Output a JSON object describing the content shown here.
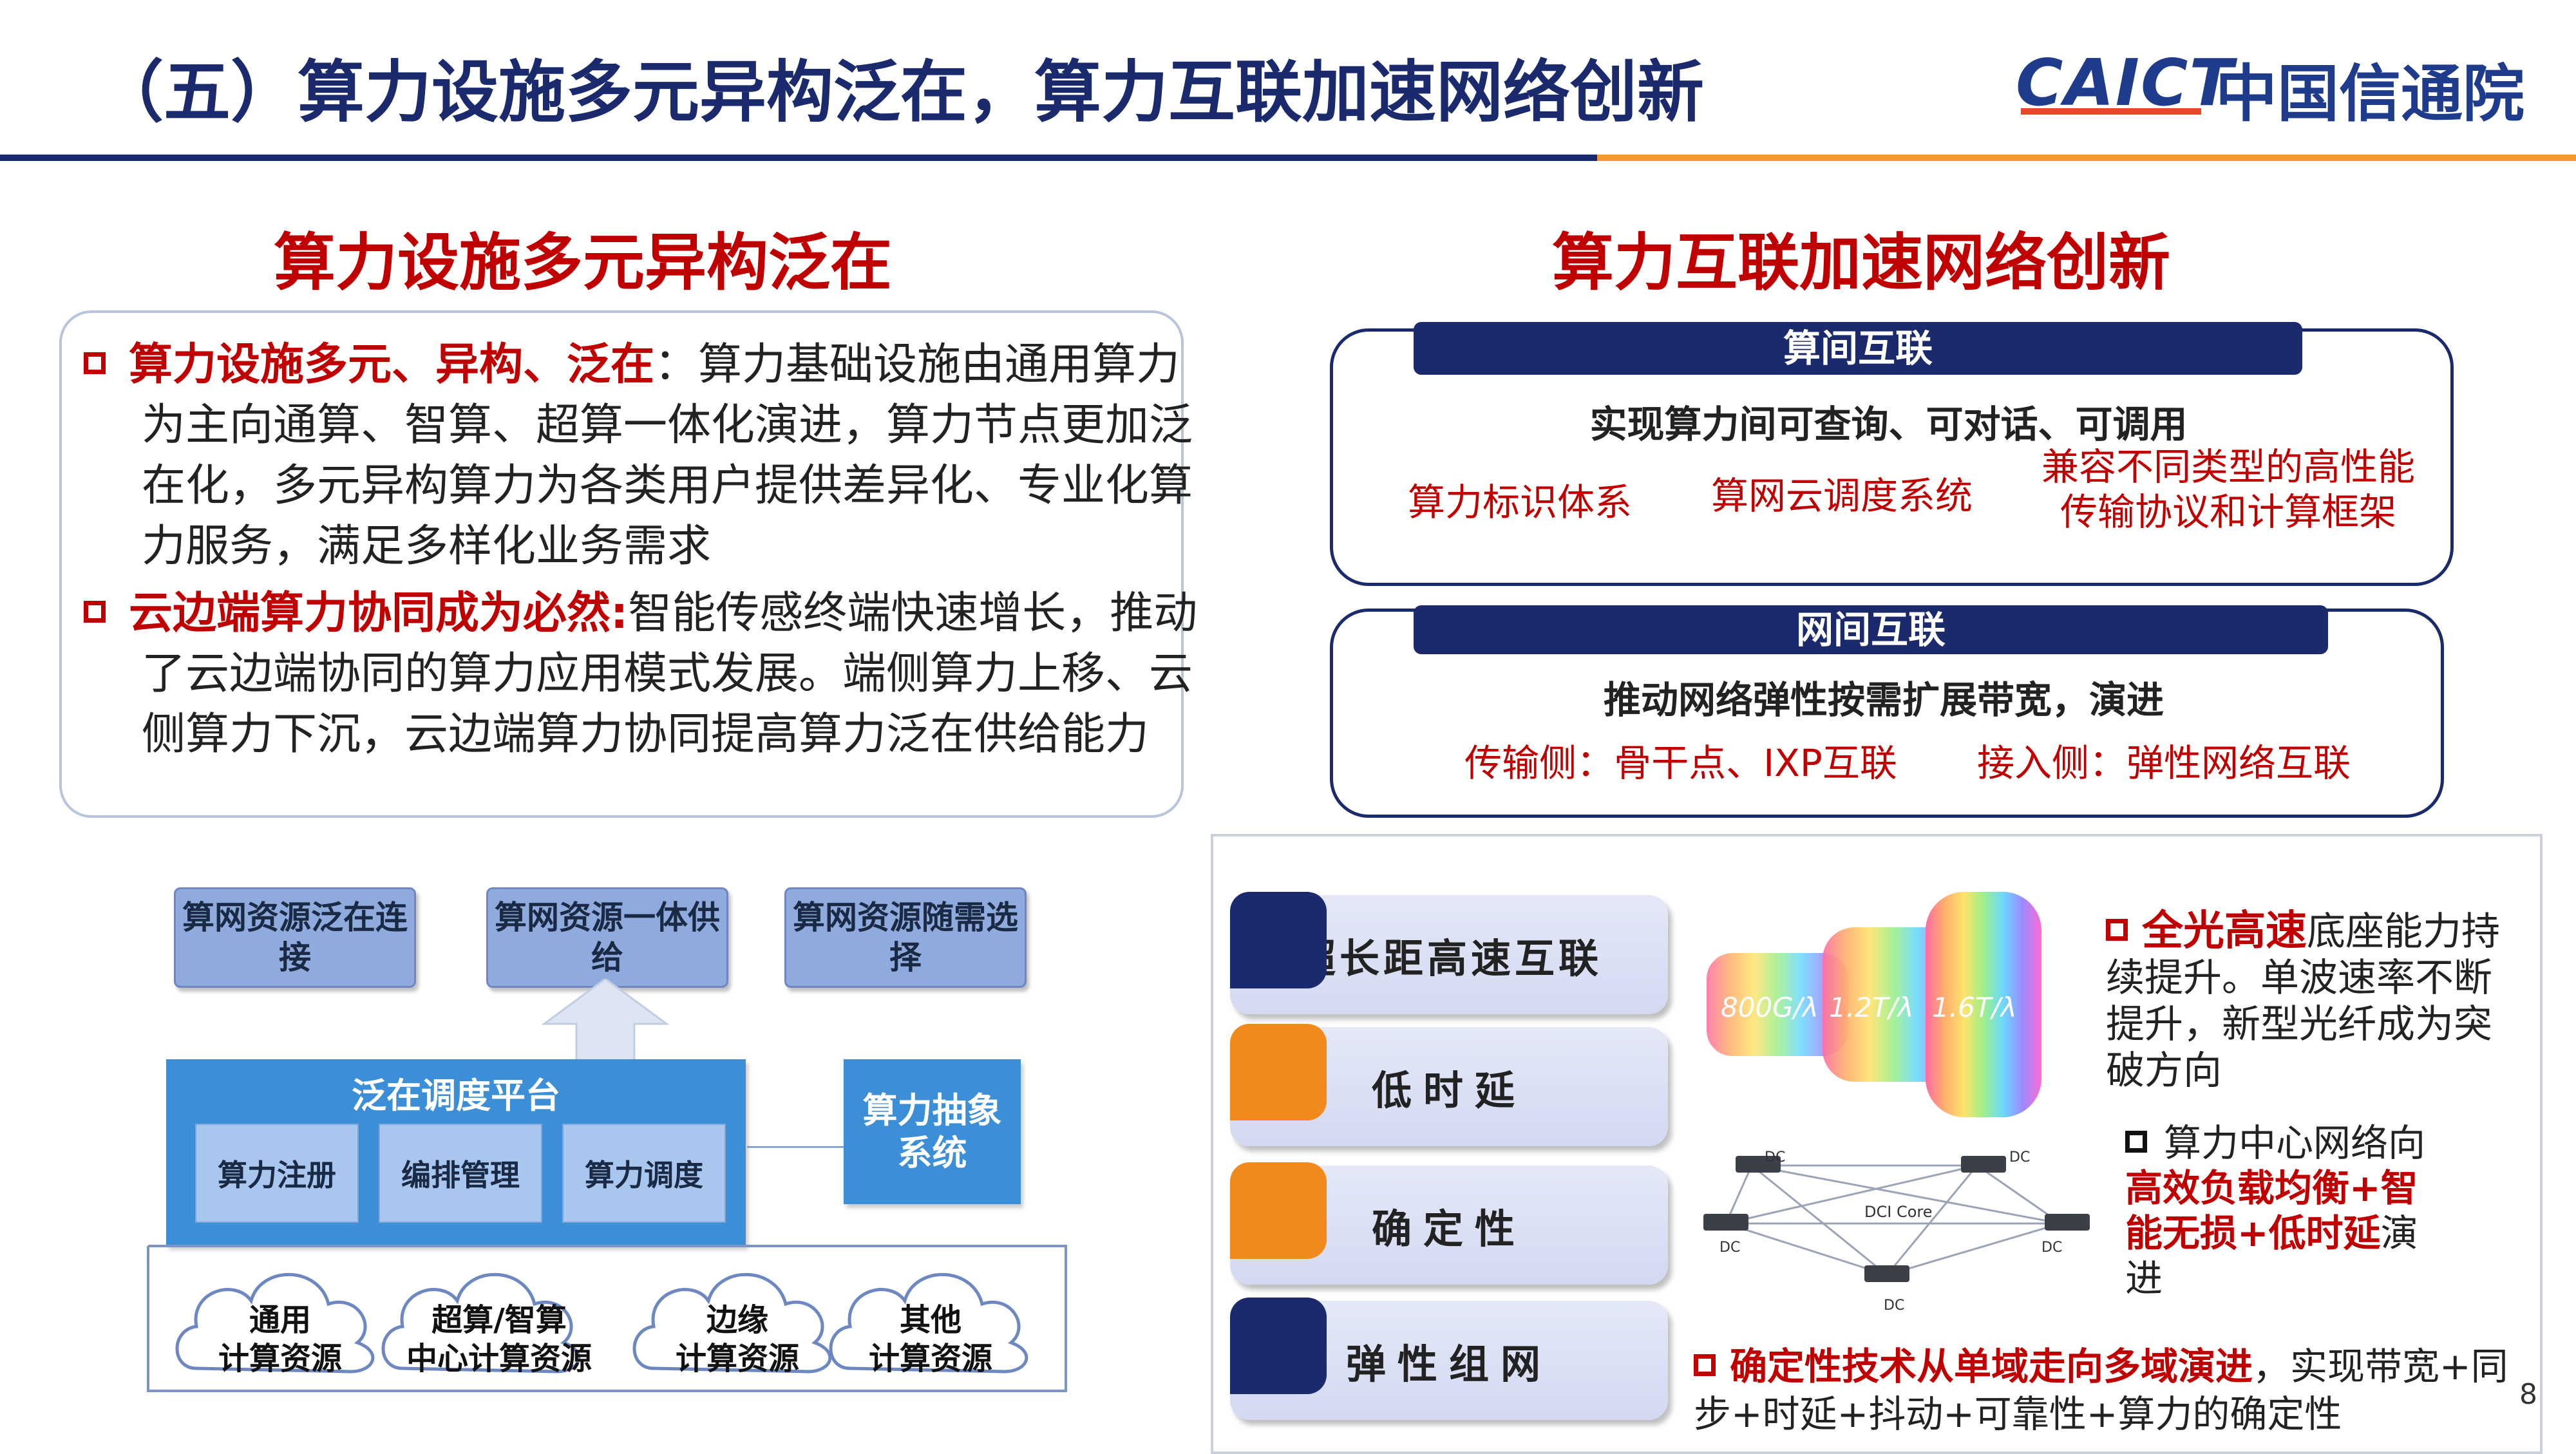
{
  "header": {
    "title": "（五）算力设施多元异构泛在，算力互联加速网络创新",
    "logo_en": "CAICT",
    "logo_cn": "中国信通院"
  },
  "left": {
    "section_title": "算力设施多元异构泛在",
    "bullets": [
      {
        "lead": "算力设施多元、异构、泛在",
        "sep": "：",
        "text": "算力基础设施由通用算力为主向通算、智算、超算一体化演进，算力节点更加泛在化，多元异构算力为各类用户提供差异化、专业化算力服务，满足多样化业务需求"
      },
      {
        "lead": "云边端算力协同成为必然:",
        "sep": "",
        "text": "智能传感终端快速增长，推动了云边端协同的算力应用模式发展。端侧算力上移、云侧算力下沉，云边端算力协同提高算力泛在供给能力"
      }
    ],
    "diagram": {
      "top_boxes": [
        "算网资源泛在连接",
        "算网资源一体供给",
        "算网资源随需选择"
      ],
      "platform_title": "泛在调度平台",
      "platform_items": [
        "算力注册",
        "编排管理",
        "算力调度"
      ],
      "abstraction": "算力抽象系统",
      "clouds": [
        {
          "line1": "通用",
          "line2": "计算资源"
        },
        {
          "line1": "超算/智算",
          "line2": "中心计算资源"
        },
        {
          "line1": "边缘",
          "line2": "计算资源"
        },
        {
          "line1": "其他",
          "line2": "计算资源"
        }
      ]
    }
  },
  "right": {
    "section_title": "算力互联加速网络创新",
    "box1": {
      "head": "算间互联",
      "line": "实现算力间可查询、可对话、可调用",
      "items": [
        "算力标识体系",
        "算网云调度系统",
        "兼容不同类型的高性能传输协议和计算框架"
      ]
    },
    "box2": {
      "head": "网间互联",
      "line": "推动网络弹性按需扩展带宽，演进",
      "items": [
        "传输侧：骨干点、IXP互联",
        "接入侧：弹性网络互联"
      ]
    },
    "features": [
      "超长距高速互联",
      "低时延",
      "确定性",
      "弹性组网"
    ],
    "feature_colors": [
      "#1a2a6c",
      "#f08a1c",
      "#f08a1c",
      "#1a2a6c"
    ],
    "speeds": [
      "800G/λ",
      "1.2T/λ",
      "1.6T/λ"
    ],
    "dci": {
      "core": "DCI Core",
      "dc_label": "DC"
    },
    "point1": {
      "lead": "全光高速",
      "text": "底座能力持续提升。单波速率不断提升，新型光纤成为突破方向"
    },
    "point2": {
      "pre": "算力中心网络向",
      "lead": "高效负载均衡+智能无损+低时延",
      "post": "演进"
    },
    "point3": {
      "lead": "确定性技术从单域走向多域演进",
      "text": "，实现带宽+同步+时延+抖动+可靠性+算力的确定性"
    }
  },
  "page_number": "8"
}
